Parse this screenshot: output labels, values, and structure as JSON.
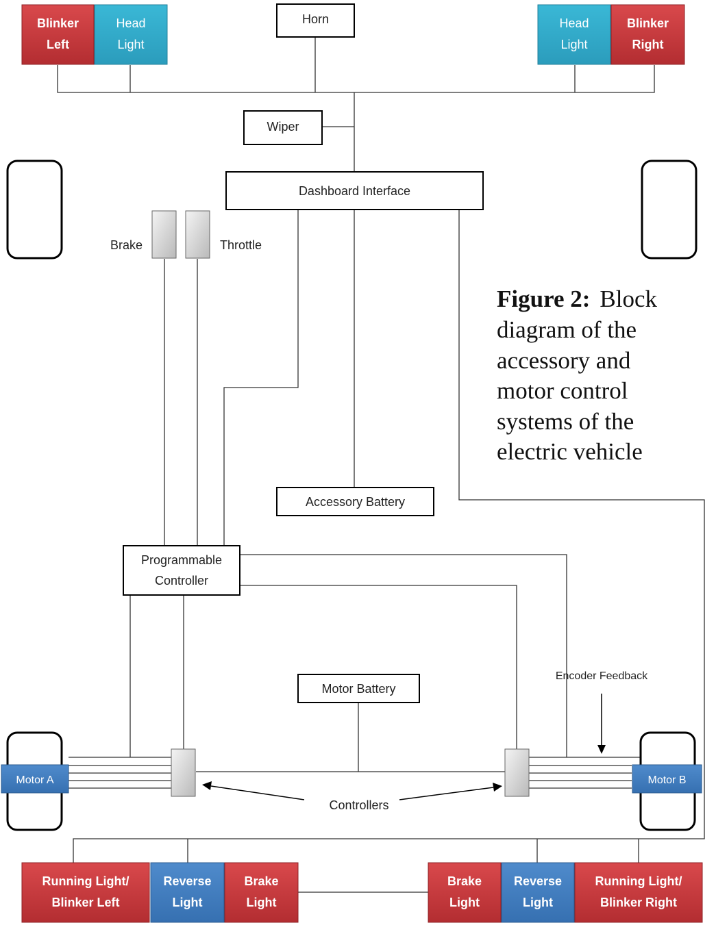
{
  "labels": {
    "blinker_left": [
      "Blinker",
      "Left"
    ],
    "head_light_left": [
      "Head",
      "Light"
    ],
    "horn": "Horn",
    "head_light_right": [
      "Head",
      "Light"
    ],
    "blinker_right": [
      "Blinker",
      "Right"
    ],
    "wiper": "Wiper",
    "dashboard_interface": "Dashboard Interface",
    "brake_pedal": "Brake",
    "throttle_pedal": "Throttle",
    "accessory_battery": "Accessory Battery",
    "programmable_controller": [
      "Programmable",
      "Controller"
    ],
    "motor_battery": "Motor Battery",
    "encoder_feedback": "Encoder Feedback",
    "motor_a": "Motor A",
    "motor_b": "Motor B",
    "controllers": "Controllers",
    "running_light_left": [
      "Running Light/",
      "Blinker Left"
    ],
    "reverse_light_left": [
      "Reverse",
      "Light"
    ],
    "brake_light_left": [
      "Brake",
      "Light"
    ],
    "brake_light_right": [
      "Brake",
      "Light"
    ],
    "reverse_light_right": [
      "Reverse",
      "Light"
    ],
    "running_light_right": [
      "Running Light/",
      "Blinker Right"
    ]
  },
  "caption": {
    "bold": "Figure 2:",
    "line1_rest": "Block",
    "line2": "diagram of the",
    "line3": "accessory and",
    "line4": "motor control",
    "line5": "systems of the",
    "line6": "electric vehicle"
  },
  "colors": {
    "red": "#c8383c",
    "blue": "#3f7fc1",
    "cyan": "#33a9c9",
    "motor_blue": "#4a7fc0"
  }
}
